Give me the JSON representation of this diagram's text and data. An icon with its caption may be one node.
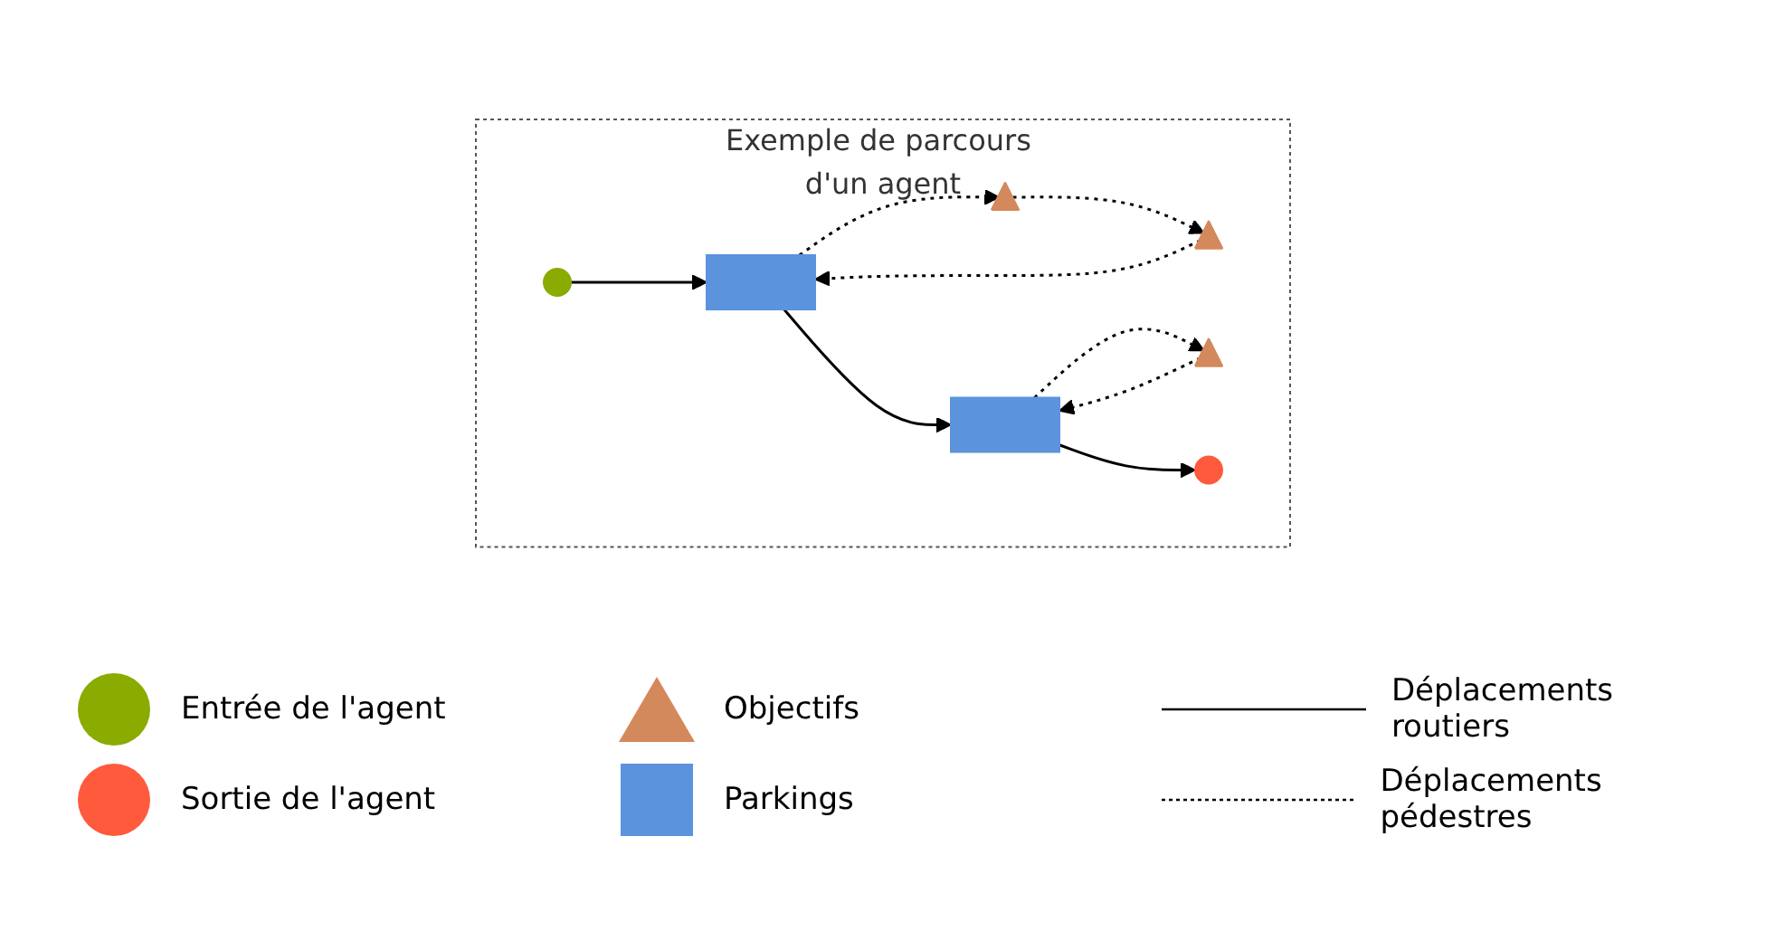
{
  "diagram": {
    "nodes": [
      {
        "text": [
          "Exemple de parcours d'un agent"
        ]
      },
      {
        "text": [],
        "shape": "circle",
        "in": 0
      },
      {
        "text": [],
        "shape": "box",
        "in": 0
      },
      {
        "text": [],
        "shape": "triangle",
        "in": 0
      },
      {
        "text": [],
        "shape": "triangle",
        "in": 0
      },
      {
        "text": [],
        "shape": "box",
        "in": 0
      },
      {
        "text": [],
        "shape": "triangle",
        "in": 0
      },
      {
        "text": [],
        "shape": "circle",
        "in": 0
      }
    ],
    "edges": [
      {
        "from": 1,
        "to": 2,
        "arrow": "to"
      },
      {
        "from": 2,
        "to": 3,
        "arrow": "to",
        "style": "dashed"
      },
      {
        "from": 3,
        "to": 4,
        "arrow": "to",
        "style": "dashed"
      },
      {
        "from": 4,
        "to": 2,
        "arrow": "to",
        "style": "dashed"
      },
      {
        "from": 2,
        "to": 5,
        "arrow": "to"
      },
      {
        "from": 5,
        "to": 6,
        "arrow": "to",
        "style": "dashed"
      },
      {
        "from": 6,
        "to": 5,
        "arrow": "to",
        "style": "dashed"
      },
      {
        "from": 5,
        "to": 7,
        "arrow": "to"
      }
    ],
    "legend": [
      {
        "text": "Entrée de l'agent",
        "color": "#8aab00"
      },
      {
        "text": "Sortie de l'agent",
        "color": "#ff5a3c"
      },
      {
        "text": "Objectifs",
        "color": "#d4895c"
      },
      {
        "text": "Parkings",
        "color": "#5b93dc"
      },
      {
        "text": "Déplacements routiers"
      },
      {
        "text": "Déplacements pédestres"
      }
    ]
  }
}
